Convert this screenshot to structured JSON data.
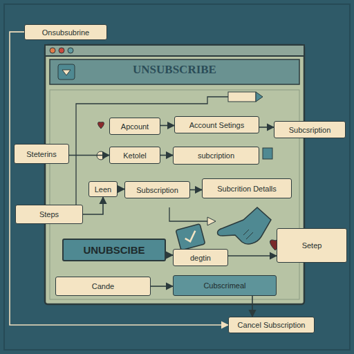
{
  "diagram": {
    "nodes": [
      {
        "text": [
          "Onsubsubrine"
        ]
      },
      {
        "text": [
          "UNSUBSCRIBE"
        ]
      },
      {
        "text": [
          "Apcount"
        ],
        "in": 1
      },
      {
        "text": [
          "Account Setings"
        ],
        "in": 1
      },
      {
        "text": [
          "Subcsription"
        ]
      },
      {
        "text": [
          "Steterins"
        ]
      },
      {
        "text": [
          "Ketolel"
        ],
        "in": 1
      },
      {
        "text": [
          "subcription"
        ],
        "in": 1
      },
      {
        "text": [
          "Leen"
        ],
        "in": 1
      },
      {
        "text": [
          "Subscription"
        ],
        "in": 1
      },
      {
        "text": [
          "Subcrition Detalls"
        ],
        "in": 1
      },
      {
        "text": [
          "Steps"
        ]
      },
      {
        "text": [
          "UNUBSCIBE"
        ],
        "in": 1
      },
      {
        "text": [
          "degtin"
        ],
        "in": 1
      },
      {
        "text": [
          "Setep"
        ]
      },
      {
        "text": [
          "Cande"
        ],
        "in": 1
      },
      {
        "text": [
          "Cubscrimeal"
        ],
        "in": 1
      },
      {
        "text": [
          "Cancel Subscription"
        ]
      }
    ],
    "edges": [
      {
        "from": 2,
        "to": 3,
        "arrow": "to"
      },
      {
        "from": 3,
        "to": 4,
        "arrow": "to"
      },
      {
        "from": 5,
        "to": 6,
        "arrow": "to"
      },
      {
        "from": 6,
        "to": 7,
        "arrow": "to"
      },
      {
        "from": 8,
        "to": 9,
        "arrow": "to"
      },
      {
        "from": 9,
        "to": 10,
        "arrow": "to"
      },
      {
        "from": 11,
        "to": 8,
        "arrow": "to"
      },
      {
        "from": 12,
        "to": 13,
        "arrow": "to"
      },
      {
        "from": 13,
        "to": 14,
        "arrow": "to"
      },
      {
        "from": 15,
        "to": 16,
        "arrow": "to"
      },
      {
        "from": 16,
        "to": 17,
        "arrow": "to"
      },
      {
        "from": 0,
        "to": 17,
        "arrow": "to"
      }
    ]
  }
}
